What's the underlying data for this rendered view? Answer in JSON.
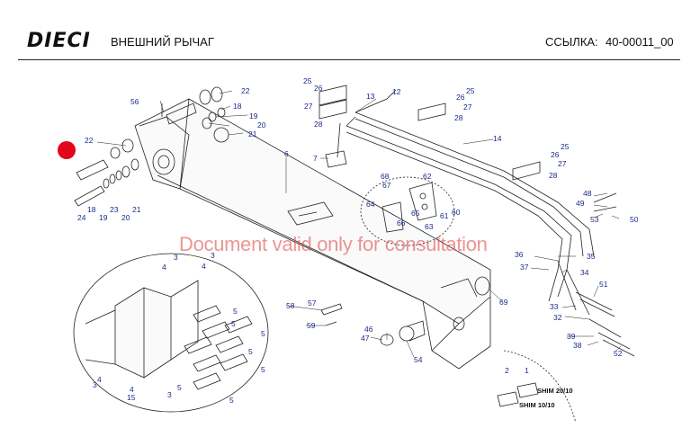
{
  "header": {
    "logo": "DIECI",
    "title": "ВНЕШНИЙ РЫЧАГ",
    "reference_label": "ССЫЛКА:",
    "reference_value": "40-00011_00"
  },
  "watermark": "Document valid only for consultation",
  "shims": {
    "shim_20": "SHIM 20/10",
    "shim_10": "SHIM 10/10"
  },
  "callouts": {
    "c56": "56",
    "c22a": "22",
    "c18a": "18",
    "c19a": "19",
    "c20a": "20",
    "c21a": "21",
    "c22b": "22",
    "c18b": "18",
    "c19b": "19",
    "c23": "23",
    "c20b": "20",
    "c21b": "21",
    "c24": "24",
    "c6": "6",
    "c7": "7",
    "c25a": "25",
    "c26a": "26",
    "c27a": "27",
    "c28a": "28",
    "c13": "13",
    "c12": "12",
    "c25b": "25",
    "c26b": "26",
    "c27b": "27",
    "c28b": "28",
    "c14": "14",
    "c25c": "25",
    "c26c": "26",
    "c27c": "27",
    "c28c": "28",
    "c68": "68",
    "c67": "67",
    "c62": "62",
    "c64": "64",
    "c66": "66",
    "c65": "65",
    "c61": "61",
    "c60": "60",
    "c63": "63",
    "c48": "48",
    "c49": "49",
    "c53": "53",
    "c50": "50",
    "c36": "36",
    "c35": "35",
    "c37": "37",
    "c34": "34",
    "c51": "51",
    "c33": "33",
    "c32": "32",
    "c39": "39",
    "c38": "38",
    "c52": "52",
    "c69": "69",
    "c57": "57",
    "c58": "58",
    "c59": "59",
    "c46": "46",
    "c47": "47",
    "c54": "54",
    "c3a": "3",
    "c4a": "4",
    "c3b": "3",
    "c4b": "4",
    "c5a": "5",
    "c5b": "5",
    "c5c": "5",
    "c5d": "5",
    "c5e": "5",
    "c5f": "5",
    "c5g": "5",
    "c3c": "3",
    "c4c": "4",
    "c4d": "4",
    "c15": "15",
    "c3d": "3",
    "c2": "2",
    "c1": "1"
  },
  "colors": {
    "marker": "#e3051b",
    "callout": "#1a2a8a",
    "watermark": "#dc3c3c"
  }
}
